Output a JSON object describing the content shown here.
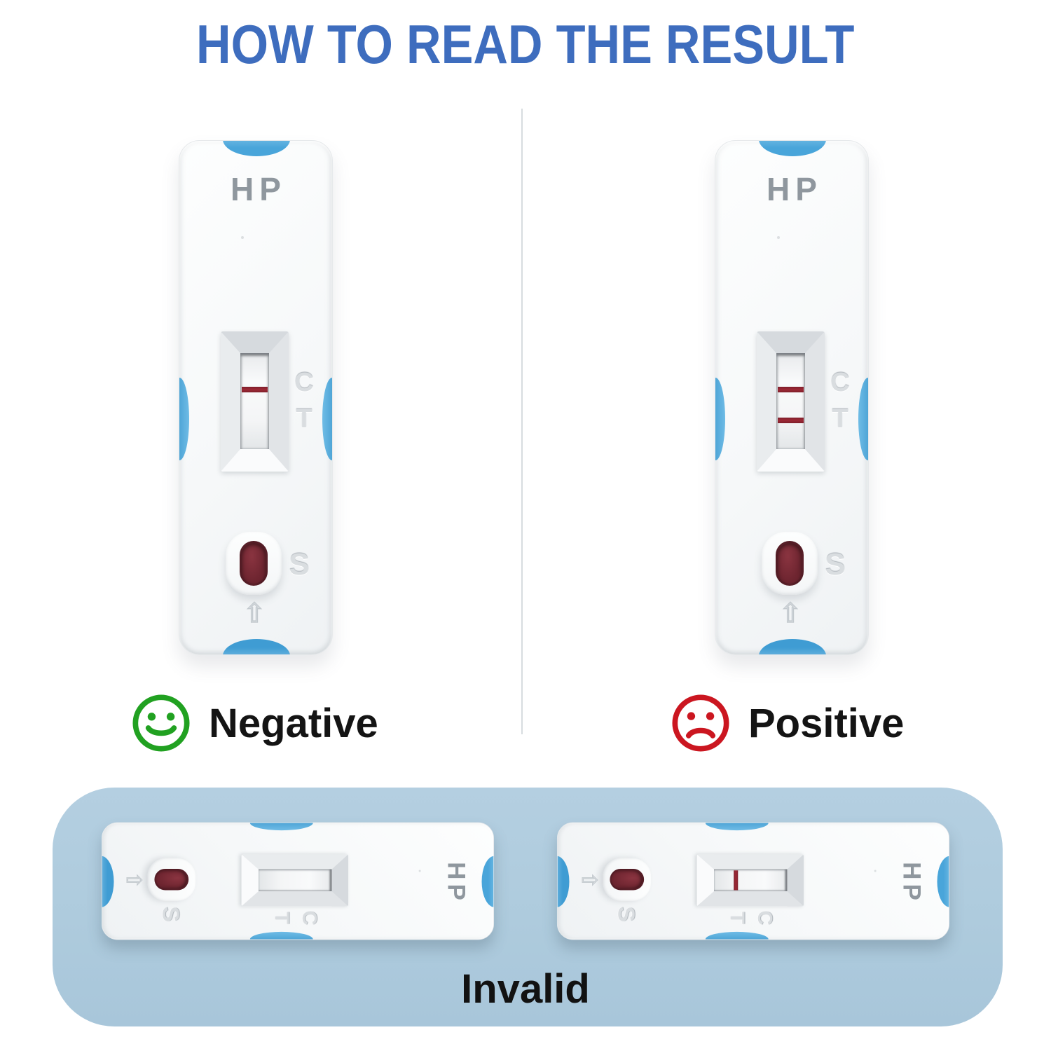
{
  "title": "HOW TO READ THE RESULT",
  "cassette": {
    "brand_label": "HP",
    "control_label": "C",
    "test_label": "T",
    "sample_label": "S",
    "arrow_glyph": "⇧"
  },
  "results": {
    "negative": {
      "label": "Negative",
      "icon": "happy-face-icon",
      "lines": [
        "C"
      ]
    },
    "positive": {
      "label": "Positive",
      "icon": "sad-face-icon",
      "lines": [
        "C",
        "T"
      ]
    },
    "invalid": {
      "label": "Invalid",
      "cassettes": [
        {
          "lines": []
        },
        {
          "lines": [
            "T"
          ]
        }
      ]
    }
  },
  "colors": {
    "title_blue": "#3E6DBE",
    "panel_blue": "#AECBDD",
    "accent_blue": "#47A4D9",
    "line_red": "#9E2936",
    "well_maroon": "#6E2530",
    "negative_green": "#21A121",
    "positive_red": "#CB1620"
  }
}
